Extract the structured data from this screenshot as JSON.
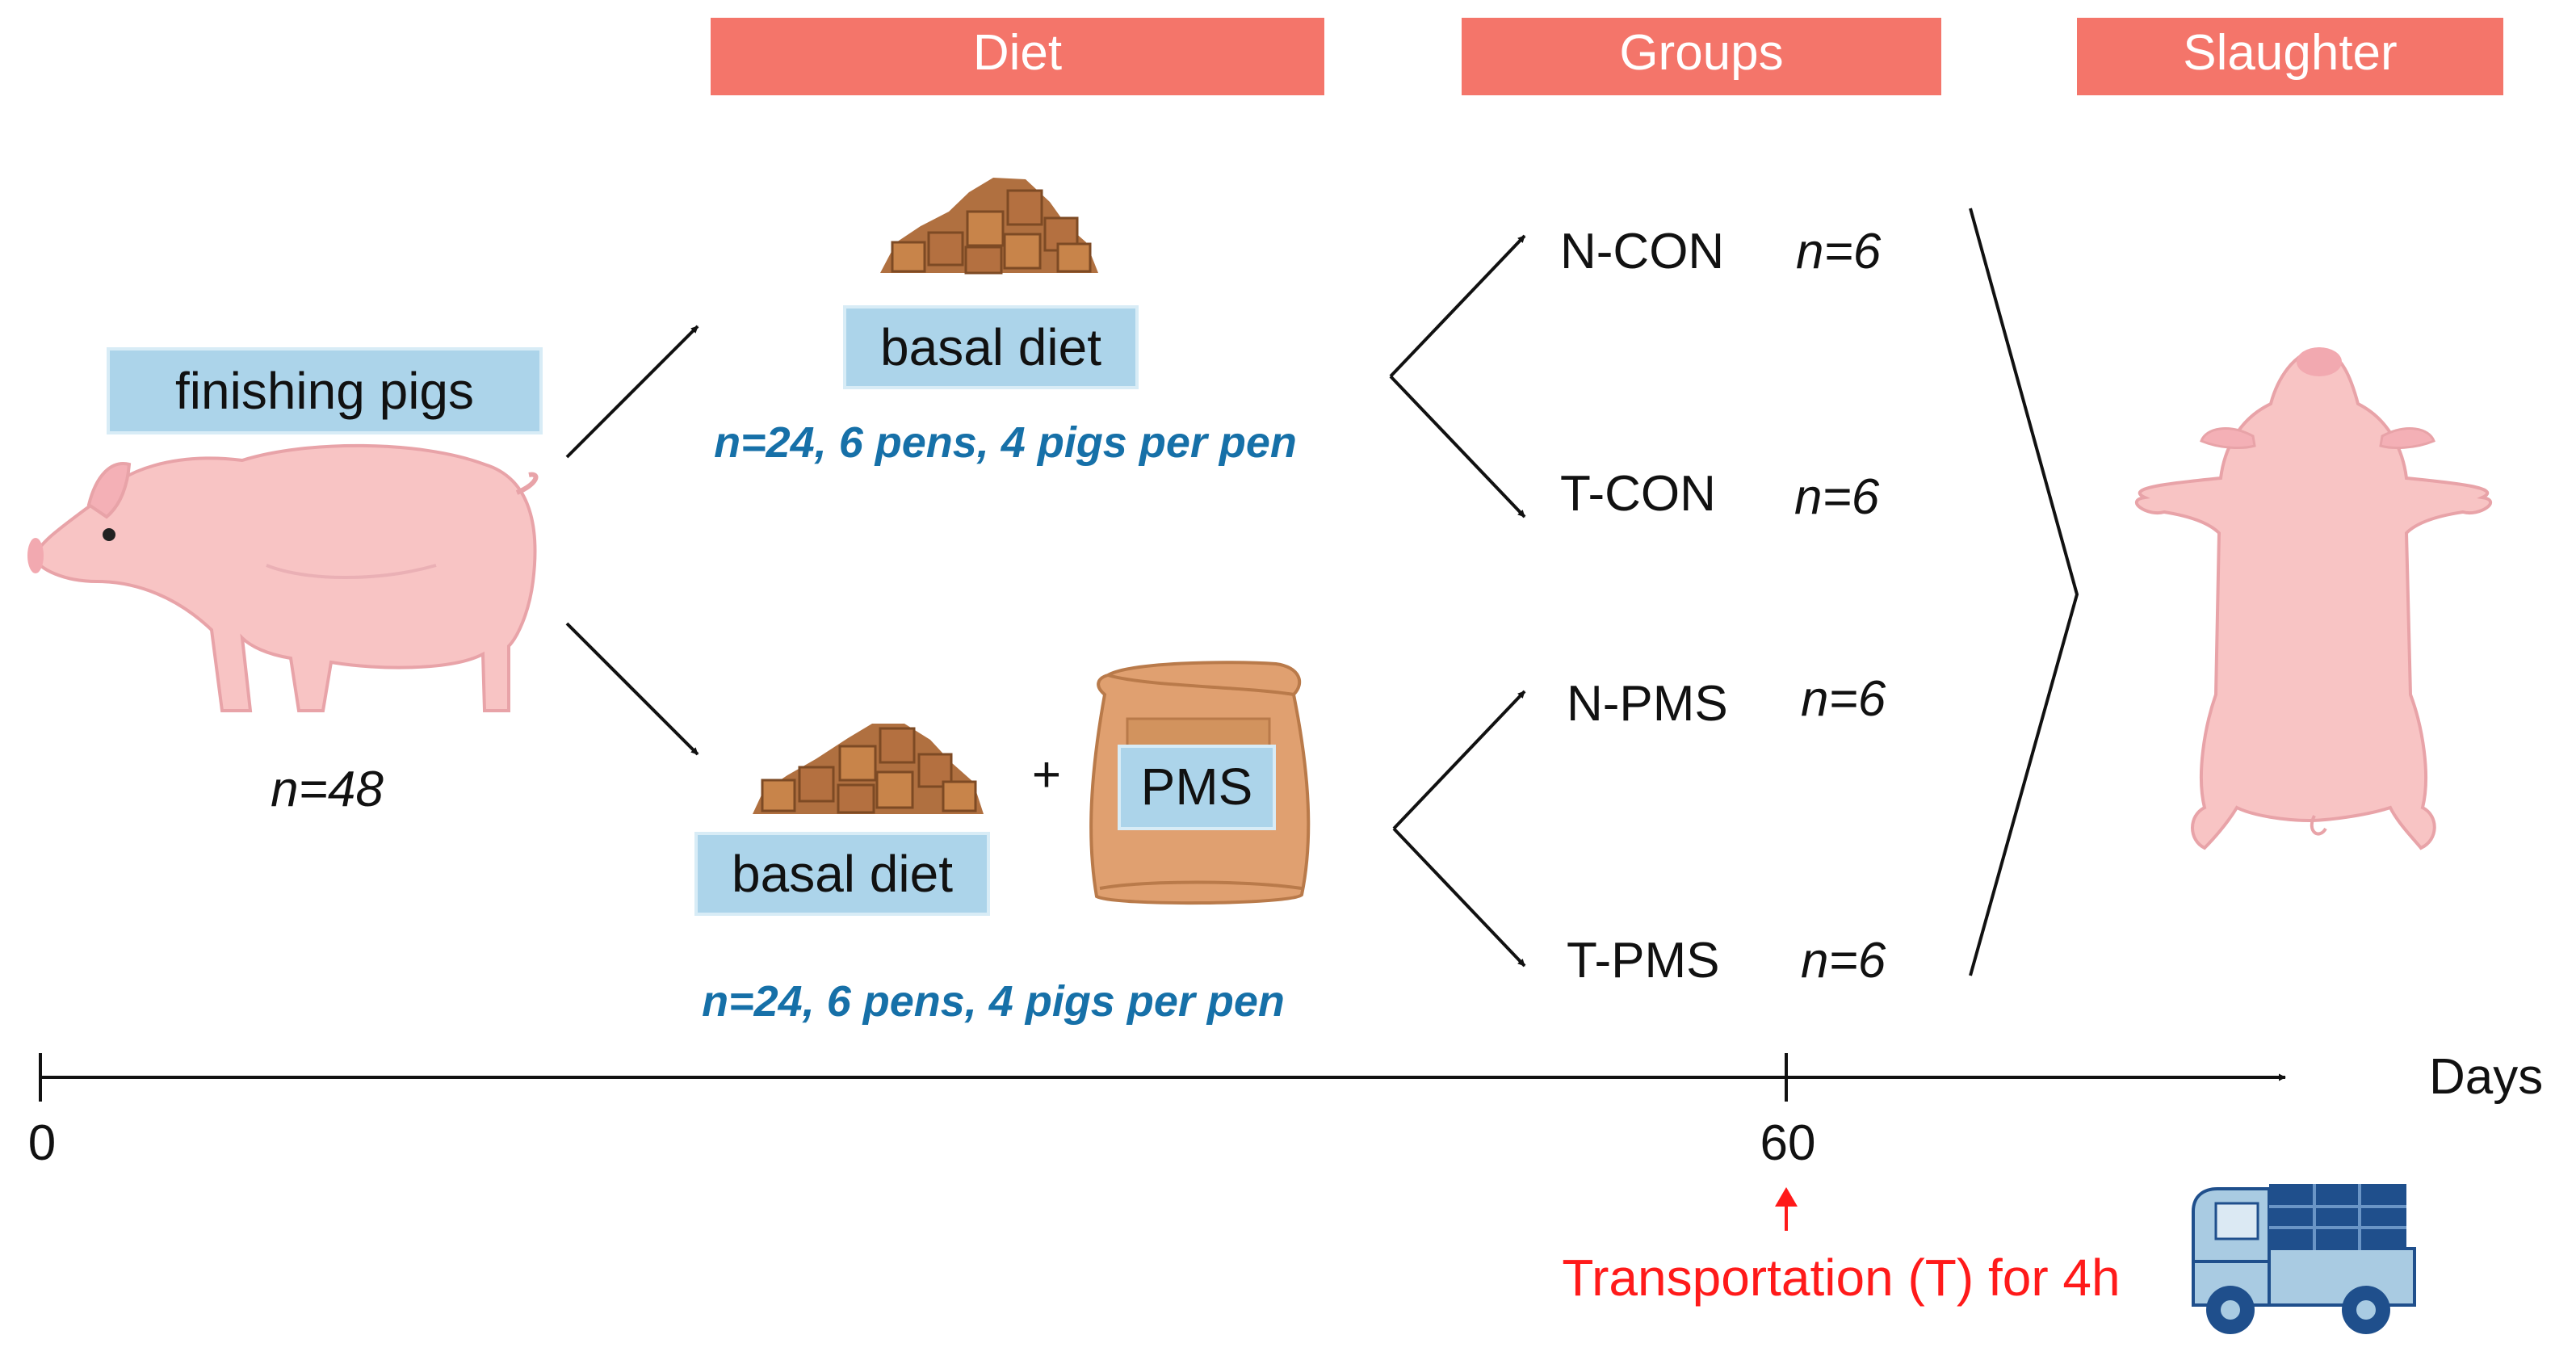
{
  "headers": {
    "diet": "Diet",
    "groups": "Groups",
    "slaughter": "Slaughter"
  },
  "pigs": {
    "label": "finishing pigs",
    "n": "n=48"
  },
  "diet_top": {
    "label": "basal diet",
    "n": "n=24, 6 pens, 4 pigs per pen"
  },
  "diet_bottom": {
    "label": "basal diet",
    "plus": "+",
    "supplement": "PMS",
    "n": "n=24, 6 pens, 4 pigs per pen"
  },
  "groups": [
    {
      "name": "N-CON",
      "n": "n=6"
    },
    {
      "name": "T-CON",
      "n": "n=6"
    },
    {
      "name": "N-PMS",
      "n": "n=6"
    },
    {
      "name": "T-PMS",
      "n": "n=6"
    }
  ],
  "timeline": {
    "start": "0",
    "mark": "60",
    "unit": "Days",
    "event": "Transportation (T) for 4h"
  },
  "colors": {
    "header_fill": "#f4756a",
    "label_fill": "#acd4ea",
    "note_blue": "#1670a8",
    "event_red": "#ff1a1a",
    "pig_pink": "#f8c4c4",
    "feed_brown": "#b07040",
    "truck_blue": "#1f4f8c"
  },
  "icons": [
    "pig-icon",
    "feed-pile-icon",
    "feed-sack-icon",
    "pig-carcass-icon",
    "truck-icon"
  ]
}
